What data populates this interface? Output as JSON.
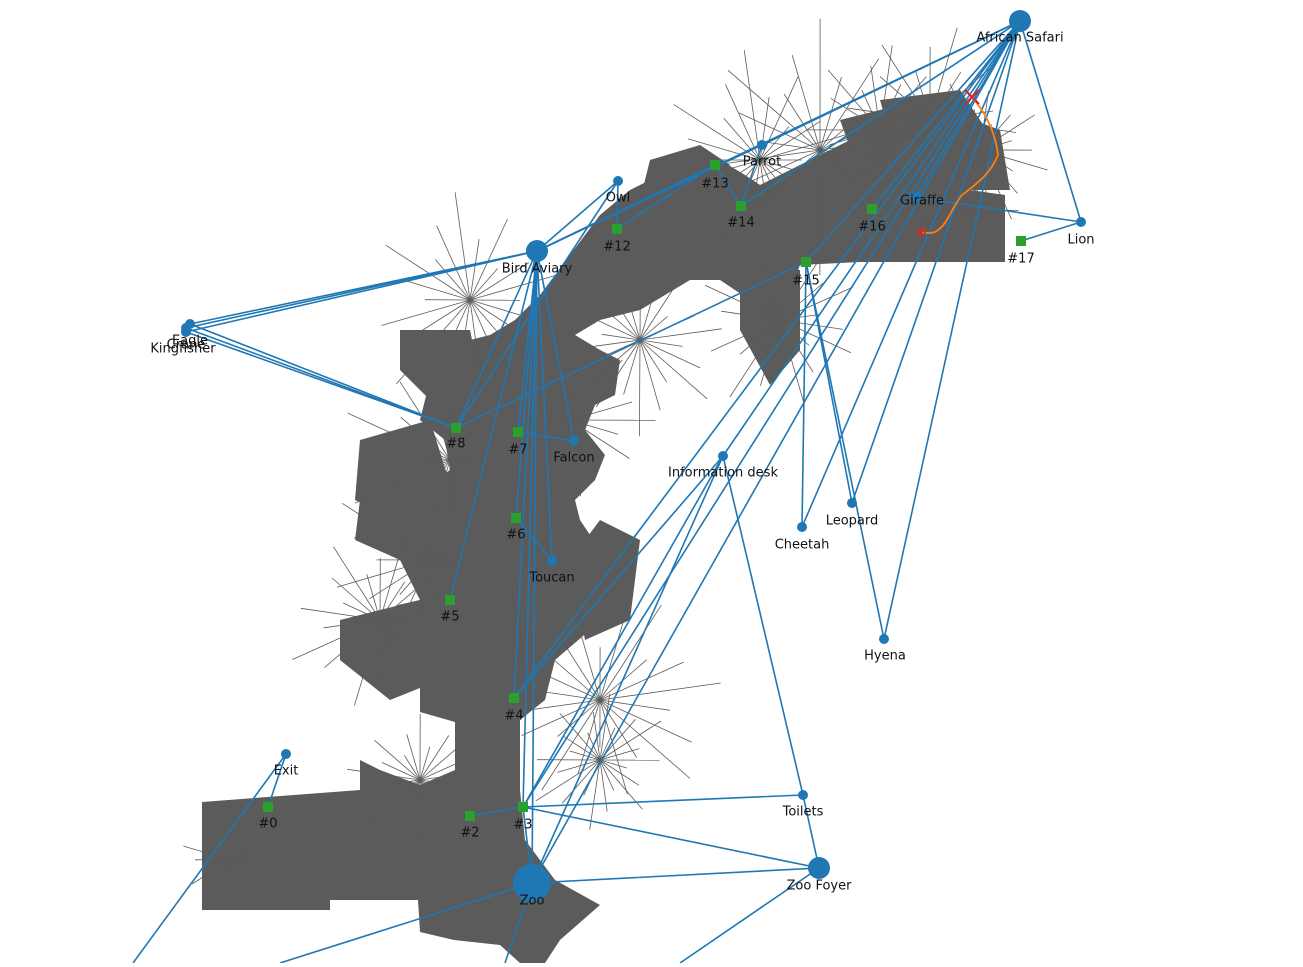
{
  "colors": {
    "map_fill": "#5b5b5b",
    "edge": "#1f77b4",
    "node": "#1f77b4",
    "waypoint": "#2ca02c",
    "path": "#ff7f0e",
    "goal_marker": "#d62728",
    "robot_marker": "#d62728",
    "label": "#111111"
  },
  "places": [
    {
      "id": "african_safari",
      "label": "African Safari",
      "size": "large"
    },
    {
      "id": "parrot",
      "label": "Parrot",
      "size": "small"
    },
    {
      "id": "owl",
      "label": "Owl",
      "size": "small"
    },
    {
      "id": "giraffe",
      "label": "Giraffe",
      "size": "small"
    },
    {
      "id": "lion",
      "label": "Lion",
      "size": "small"
    },
    {
      "id": "bird_aviary",
      "label": "Bird Aviary",
      "size": "large"
    },
    {
      "id": "eagle",
      "label": "Eagle",
      "size": "small"
    },
    {
      "id": "crane",
      "label": "Crane",
      "size": "small"
    },
    {
      "id": "kingfisher",
      "label": "Kingfisher",
      "size": "small"
    },
    {
      "id": "falcon",
      "label": "Falcon",
      "size": "small"
    },
    {
      "id": "information_desk",
      "label": "Information desk",
      "size": "small"
    },
    {
      "id": "leopard",
      "label": "Leopard",
      "size": "small"
    },
    {
      "id": "cheetah",
      "label": "Cheetah",
      "size": "small"
    },
    {
      "id": "toucan",
      "label": "Toucan",
      "size": "small"
    },
    {
      "id": "hyena",
      "label": "Hyena",
      "size": "small"
    },
    {
      "id": "exit",
      "label": "Exit",
      "size": "small"
    },
    {
      "id": "toilets",
      "label": "Toilets",
      "size": "small"
    },
    {
      "id": "zoo_foyer",
      "label": "Zoo Foyer",
      "size": "large"
    },
    {
      "id": "zoo",
      "label": "Zoo",
      "size": "xlarge"
    }
  ],
  "waypoints": [
    {
      "id": "w0",
      "label": "#0"
    },
    {
      "id": "w2",
      "label": "#2"
    },
    {
      "id": "w3",
      "label": "#3"
    },
    {
      "id": "w4",
      "label": "#4"
    },
    {
      "id": "w5",
      "label": "#5"
    },
    {
      "id": "w6",
      "label": "#6"
    },
    {
      "id": "w7",
      "label": "#7"
    },
    {
      "id": "w8",
      "label": "#8"
    },
    {
      "id": "w12",
      "label": "#12"
    },
    {
      "id": "w13",
      "label": "#13"
    },
    {
      "id": "w14",
      "label": "#14"
    },
    {
      "id": "w15",
      "label": "#15"
    },
    {
      "id": "w16",
      "label": "#16"
    },
    {
      "id": "w17",
      "label": "#17"
    }
  ],
  "edges": [
    [
      "african_safari",
      "bird_aviary"
    ],
    [
      "african_safari",
      "parrot"
    ],
    [
      "african_safari",
      "giraffe"
    ],
    [
      "african_safari",
      "lion"
    ],
    [
      "african_safari",
      "w15"
    ],
    [
      "african_safari",
      "w16"
    ],
    [
      "african_safari",
      "leopard"
    ],
    [
      "african_safari",
      "cheetah"
    ],
    [
      "african_safari",
      "hyena"
    ],
    [
      "african_safari",
      "w14"
    ],
    [
      "african_safari",
      "information_desk"
    ],
    [
      "african_safari",
      "zoo"
    ],
    [
      "african_safari",
      "w3"
    ],
    [
      "african_safari",
      "w4"
    ],
    [
      "giraffe",
      "lion"
    ],
    [
      "lion",
      "w17"
    ],
    [
      "parrot",
      "w14"
    ],
    [
      "parrot",
      "bird_aviary"
    ],
    [
      "owl",
      "w12"
    ],
    [
      "owl",
      "bird_aviary"
    ],
    [
      "owl",
      "w8"
    ],
    [
      "bird_aviary",
      "w13"
    ],
    [
      "w13",
      "w14"
    ],
    [
      "w13",
      "w12"
    ],
    [
      "bird_aviary",
      "eagle"
    ],
    [
      "bird_aviary",
      "crane"
    ],
    [
      "bird_aviary",
      "kingfisher"
    ],
    [
      "bird_aviary",
      "w8"
    ],
    [
      "bird_aviary",
      "w7"
    ],
    [
      "bird_aviary",
      "falcon"
    ],
    [
      "bird_aviary",
      "toucan"
    ],
    [
      "bird_aviary",
      "w6"
    ],
    [
      "bird_aviary",
      "w5"
    ],
    [
      "bird_aviary",
      "w4"
    ],
    [
      "bird_aviary",
      "w3"
    ],
    [
      "bird_aviary",
      "zoo"
    ],
    [
      "eagle",
      "w8"
    ],
    [
      "crane",
      "w8"
    ],
    [
      "kingfisher",
      "w8"
    ],
    [
      "w7",
      "falcon"
    ],
    [
      "w6",
      "toucan"
    ],
    [
      "w15",
      "leopard"
    ],
    [
      "w15",
      "cheetah"
    ],
    [
      "w15",
      "hyena"
    ],
    [
      "w15",
      "w8"
    ],
    [
      "information_desk",
      "w4"
    ],
    [
      "information_desk",
      "w3"
    ],
    [
      "information_desk",
      "toilets"
    ],
    [
      "information_desk",
      "zoo"
    ],
    [
      "w3",
      "toilets"
    ],
    [
      "w3",
      "zoo_foyer"
    ],
    [
      "w3",
      "w2"
    ],
    [
      "w3",
      "zoo"
    ],
    [
      "zoo",
      "zoo_foyer"
    ],
    [
      "toilets",
      "zoo_foyer"
    ],
    [
      "exit",
      "w0"
    ],
    [
      "exit",
      "offmap_left"
    ],
    [
      "zoo",
      "offmap_bottom_left"
    ],
    [
      "zoo",
      "offmap_bottom"
    ],
    [
      "zoo_foyer",
      "offmap_bottom_right"
    ]
  ],
  "planned_path_label": "",
  "markers": {
    "goal": "x",
    "robot": "robot"
  }
}
